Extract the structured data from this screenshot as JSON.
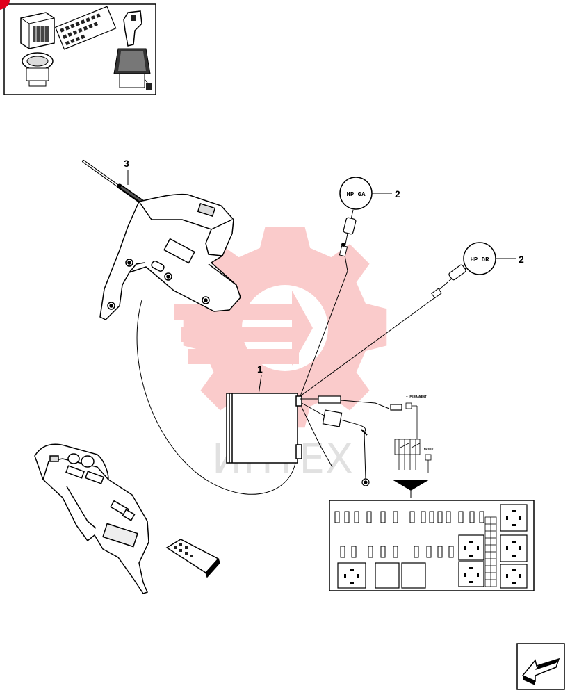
{
  "callouts": {
    "item1": "1",
    "item2_top": "2",
    "item2_right": "2",
    "item3": "3"
  },
  "speakers": {
    "left_label": "HP GA",
    "right_label": "HP DR"
  },
  "wiring": {
    "permanent_label": "+ PERMANENT",
    "ground_label": "MASSE"
  },
  "watermark": {
    "text": "ИНТЕХ",
    "color": "#f26d6d"
  },
  "icons": {
    "thumbnail": "component-thumbnail-icon",
    "nav": "next-page-arrow-icon"
  }
}
